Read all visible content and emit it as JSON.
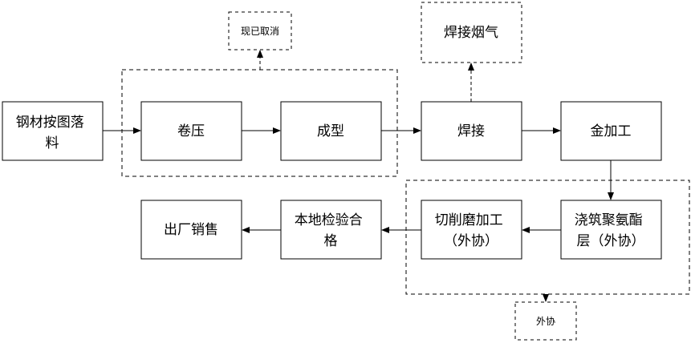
{
  "diagram": {
    "nodes": {
      "steel": [
        "钢材按图落",
        "料"
      ],
      "roll": [
        "卷压"
      ],
      "form": [
        "成型"
      ],
      "weld": [
        "焊接"
      ],
      "metal": [
        "金加工"
      ],
      "polyurethane": [
        "浇筑聚氨酯",
        "层（外协）"
      ],
      "grind": [
        "切削磨加工",
        "（外协）"
      ],
      "inspect": [
        "本地检验合",
        "格"
      ],
      "sale": [
        "出厂销售"
      ]
    },
    "notes": {
      "cancelled": "现已取消",
      "fumes": "焊接烟气",
      "outsourced": "外协"
    }
  }
}
